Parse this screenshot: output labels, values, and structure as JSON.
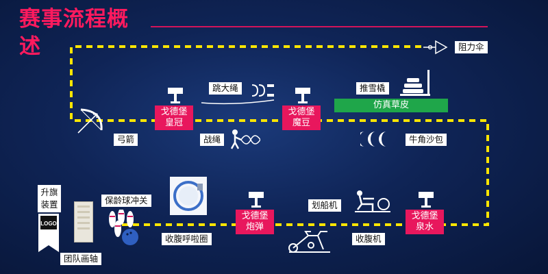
{
  "title": "赛事流程概述",
  "stations": [
    {
      "name": "戈德堡\n皇冠",
      "line1": "戈德堡",
      "line2": "皇冠"
    },
    {
      "name": "戈德堡\n魔豆",
      "line1": "戈德堡",
      "line2": "魔豆"
    },
    {
      "name": "戈德堡\n炮弹",
      "line1": "戈德堡",
      "line2": "炮弹"
    },
    {
      "name": "戈德堡\n泉水",
      "line1": "戈德堡",
      "line2": "泉水"
    }
  ],
  "labels": {
    "parachute": "阻力伞",
    "jump_rope": "跳大绳",
    "sled": "推雪橇",
    "turf": "仿真草皮",
    "bow": "弓箭",
    "battle_rope": "战绳",
    "horn_sandbag": "牛角沙包",
    "flag_device": "升旗装置",
    "bowling": "保龄球冲关",
    "hoop": "收腹呼啦圈",
    "rowing": "划船机",
    "ab_machine": "收腹机",
    "scroll": "团队画轴"
  },
  "misc": {
    "logo_text": "LOGO"
  },
  "colors": {
    "accent": "#e8175d",
    "route": "#ffe600",
    "turf": "#1fa64a",
    "background": "#0f2456"
  },
  "icons": [
    "crown-station-icon",
    "bow-arrow-icon",
    "jump-rope-icon",
    "battle-rope-icon",
    "sled-icon",
    "horn-sandbag-icon",
    "parachute-icon",
    "flag-device-icon",
    "scroll-icon",
    "bowling-icon",
    "hoop-icon",
    "exercise-bike-icon",
    "rowing-machine-icon",
    "ab-machine-icon"
  ]
}
